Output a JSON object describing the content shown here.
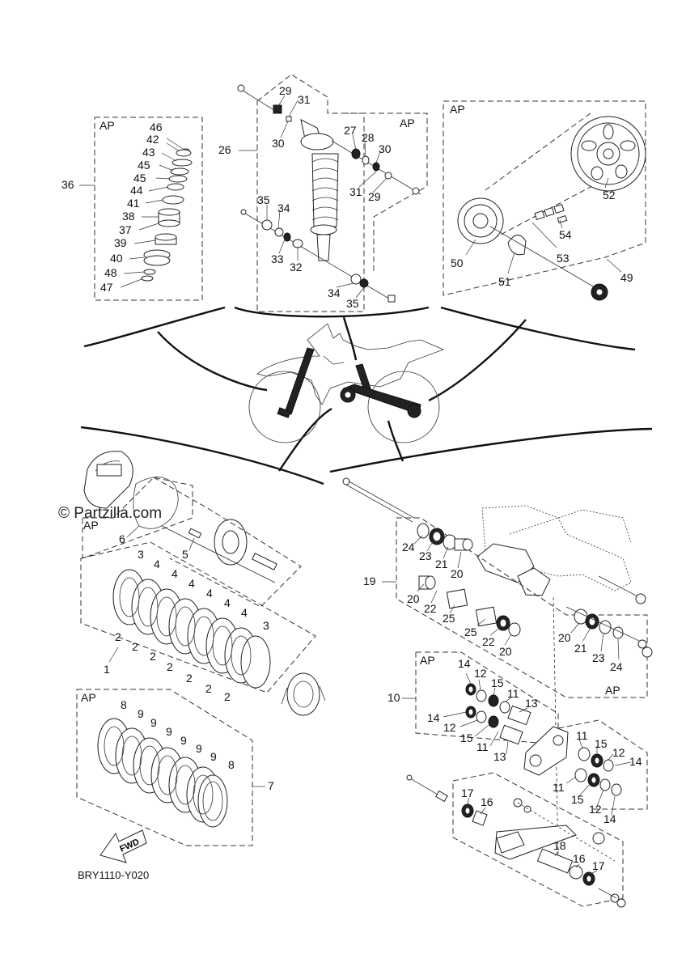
{
  "watermark": "© Partzilla.com",
  "diagram_code": "BRY1110-Y020",
  "fwd_label": "FWD",
  "ap_label": "AP",
  "groups": {
    "steering_bearing": "36",
    "rear_shock": "26",
    "drive_chain": "49",
    "clutch_plates": "1",
    "friction_plates": "7",
    "swingarm_bushings": "19",
    "relay_arm": "10"
  },
  "callouts": [
    {
      "id": "c46",
      "text": "46"
    },
    {
      "id": "c42",
      "text": "42"
    },
    {
      "id": "c43",
      "text": "43"
    },
    {
      "id": "c45a",
      "text": "45"
    },
    {
      "id": "c45b",
      "text": "45"
    },
    {
      "id": "c44",
      "text": "44"
    },
    {
      "id": "c41",
      "text": "41"
    },
    {
      "id": "c38",
      "text": "38"
    },
    {
      "id": "c37",
      "text": "37"
    },
    {
      "id": "c39",
      "text": "39"
    },
    {
      "id": "c40",
      "text": "40"
    },
    {
      "id": "c48",
      "text": "48"
    },
    {
      "id": "c47",
      "text": "47"
    },
    {
      "id": "c29a",
      "text": "29"
    },
    {
      "id": "c31a",
      "text": "31"
    },
    {
      "id": "c30a",
      "text": "30"
    },
    {
      "id": "c27",
      "text": "27"
    },
    {
      "id": "c28",
      "text": "28"
    },
    {
      "id": "c30b",
      "text": "30"
    },
    {
      "id": "c31b",
      "text": "31"
    },
    {
      "id": "c29b",
      "text": "29"
    },
    {
      "id": "c35a",
      "text": "35"
    },
    {
      "id": "c34a",
      "text": "34"
    },
    {
      "id": "c33",
      "text": "33"
    },
    {
      "id": "c32",
      "text": "32"
    },
    {
      "id": "c34b",
      "text": "34"
    },
    {
      "id": "c35b",
      "text": "35"
    },
    {
      "id": "c52",
      "text": "52"
    },
    {
      "id": "c54",
      "text": "54"
    },
    {
      "id": "c53",
      "text": "53"
    },
    {
      "id": "c50",
      "text": "50"
    },
    {
      "id": "c51",
      "text": "51"
    },
    {
      "id": "c6",
      "text": "6"
    },
    {
      "id": "c5",
      "text": "5"
    },
    {
      "id": "c3a",
      "text": "3"
    },
    {
      "id": "c4a",
      "text": "4"
    },
    {
      "id": "c4b",
      "text": "4"
    },
    {
      "id": "c4c",
      "text": "4"
    },
    {
      "id": "c4d",
      "text": "4"
    },
    {
      "id": "c4e",
      "text": "4"
    },
    {
      "id": "c4f",
      "text": "4"
    },
    {
      "id": "c3b",
      "text": "3"
    },
    {
      "id": "c2a",
      "text": "2"
    },
    {
      "id": "c2b",
      "text": "2"
    },
    {
      "id": "c2c",
      "text": "2"
    },
    {
      "id": "c2d",
      "text": "2"
    },
    {
      "id": "c2e",
      "text": "2"
    },
    {
      "id": "c2f",
      "text": "2"
    },
    {
      "id": "c2g",
      "text": "2"
    },
    {
      "id": "c8a",
      "text": "8"
    },
    {
      "id": "c9a",
      "text": "9"
    },
    {
      "id": "c9b",
      "text": "9"
    },
    {
      "id": "c9c",
      "text": "9"
    },
    {
      "id": "c9d",
      "text": "9"
    },
    {
      "id": "c9e",
      "text": "9"
    },
    {
      "id": "c9f",
      "text": "9"
    },
    {
      "id": "c8b",
      "text": "8"
    },
    {
      "id": "c24a",
      "text": "24"
    },
    {
      "id": "c23a",
      "text": "23"
    },
    {
      "id": "c21a",
      "text": "21"
    },
    {
      "id": "c20a",
      "text": "20"
    },
    {
      "id": "c20b",
      "text": "20"
    },
    {
      "id": "c22a",
      "text": "22"
    },
    {
      "id": "c25a",
      "text": "25"
    },
    {
      "id": "c25b",
      "text": "25"
    },
    {
      "id": "c22b",
      "text": "22"
    },
    {
      "id": "c20c",
      "text": "20"
    },
    {
      "id": "c20d",
      "text": "20"
    },
    {
      "id": "c21b",
      "text": "21"
    },
    {
      "id": "c23b",
      "text": "23"
    },
    {
      "id": "c24b",
      "text": "24"
    },
    {
      "id": "c14a",
      "text": "14"
    },
    {
      "id": "c12a",
      "text": "12"
    },
    {
      "id": "c15a",
      "text": "15"
    },
    {
      "id": "c11a",
      "text": "11"
    },
    {
      "id": "c13a",
      "text": "13"
    },
    {
      "id": "c14b",
      "text": "14"
    },
    {
      "id": "c12b",
      "text": "12"
    },
    {
      "id": "c15b",
      "text": "15"
    },
    {
      "id": "c11b",
      "text": "11"
    },
    {
      "id": "c13b",
      "text": "13"
    },
    {
      "id": "c11c",
      "text": "11"
    },
    {
      "id": "c15c",
      "text": "15"
    },
    {
      "id": "c12c",
      "text": "12"
    },
    {
      "id": "c14c",
      "text": "14"
    },
    {
      "id": "c11d",
      "text": "11"
    },
    {
      "id": "c15d",
      "text": "15"
    },
    {
      "id": "c12d",
      "text": "12"
    },
    {
      "id": "c14d",
      "text": "14"
    },
    {
      "id": "c17a",
      "text": "17"
    },
    {
      "id": "c16a",
      "text": "16"
    },
    {
      "id": "c18",
      "text": "18"
    },
    {
      "id": "c16b",
      "text": "16"
    },
    {
      "id": "c17b",
      "text": "17"
    }
  ]
}
